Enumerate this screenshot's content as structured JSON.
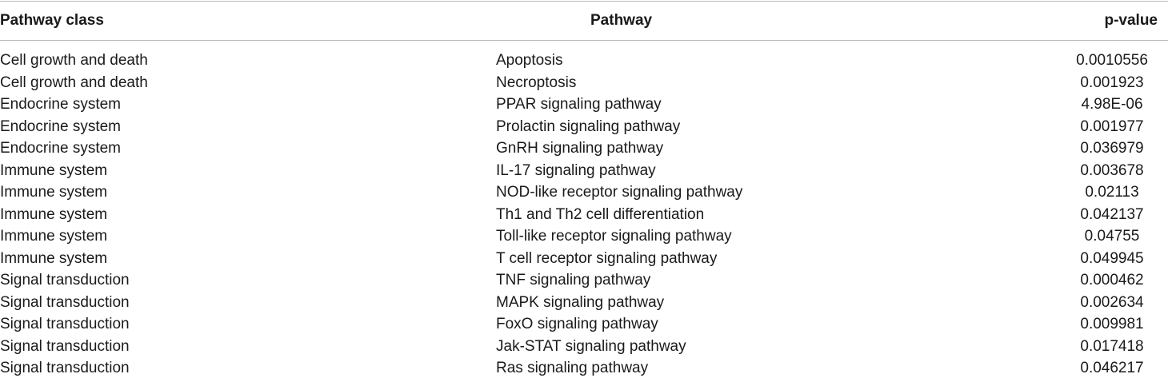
{
  "table": {
    "headers": {
      "pathway_class": "Pathway class",
      "pathway": "Pathway",
      "p_value": "p-value"
    },
    "rows": [
      {
        "pathway_class": "Cell growth and death",
        "pathway": "Apoptosis",
        "p_value": "0.0010556"
      },
      {
        "pathway_class": "Cell growth and death",
        "pathway": "Necroptosis",
        "p_value": "0.001923"
      },
      {
        "pathway_class": "Endocrine system",
        "pathway": "PPAR signaling pathway",
        "p_value": "4.98E-06"
      },
      {
        "pathway_class": "Endocrine system",
        "pathway": "Prolactin signaling pathway",
        "p_value": "0.001977"
      },
      {
        "pathway_class": "Endocrine system",
        "pathway": "GnRH signaling pathway",
        "p_value": "0.036979"
      },
      {
        "pathway_class": "Immune system",
        "pathway": "IL-17 signaling pathway",
        "p_value": "0.003678"
      },
      {
        "pathway_class": "Immune system",
        "pathway": "NOD-like receptor signaling pathway",
        "p_value": "0.02113"
      },
      {
        "pathway_class": "Immune system",
        "pathway": "Th1 and Th2 cell differentiation",
        "p_value": "0.042137"
      },
      {
        "pathway_class": "Immune system",
        "pathway": "Toll-like receptor signaling pathway",
        "p_value": "0.04755"
      },
      {
        "pathway_class": "Immune system",
        "pathway": "T cell receptor signaling pathway",
        "p_value": "0.049945"
      },
      {
        "pathway_class": "Signal transduction",
        "pathway": "TNF signaling pathway",
        "p_value": "0.000462"
      },
      {
        "pathway_class": "Signal transduction",
        "pathway": "MAPK signaling pathway",
        "p_value": "0.002634"
      },
      {
        "pathway_class": "Signal transduction",
        "pathway": "FoxO signaling pathway",
        "p_value": "0.009981"
      },
      {
        "pathway_class": "Signal transduction",
        "pathway": "Jak-STAT signaling pathway",
        "p_value": "0.017418"
      },
      {
        "pathway_class": "Signal transduction",
        "pathway": "Ras signaling pathway",
        "p_value": "0.046217"
      }
    ]
  }
}
